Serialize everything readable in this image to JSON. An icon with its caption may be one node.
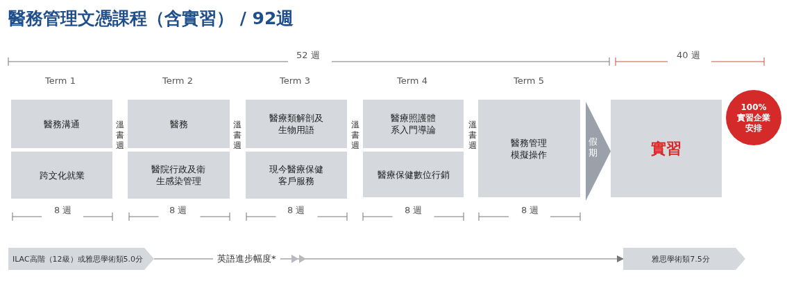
{
  "diagram": {
    "title": "醫務管理文憑課程（含實習） / 92週",
    "nodes": [
      {
        "text": [
          "醫務溝通"
        ]
      },
      {
        "text": [
          "跨文化就業"
        ]
      },
      {
        "text": [
          "醫務"
        ]
      },
      {
        "text": [
          "醫院行政及衛生感染管理"
        ]
      },
      {
        "text": [
          "醫療類解剖及生物用語"
        ]
      },
      {
        "text": [
          "現今醫療保健客戶服務"
        ]
      },
      {
        "text": [
          "醫療照護體系入門導論"
        ]
      },
      {
        "text": [
          "醫療保健數位行銷"
        ]
      },
      {
        "text": [
          "醫務管理模擬操作"
        ]
      },
      {
        "text": [
          "實習"
        ]
      },
      {
        "text": [
          "100%實習企業安排"
        ]
      },
      {
        "text": [
          "ILAC高階（12級）或雅思學術類5.0分"
        ]
      },
      {
        "text": [
          "雅思學術類7.5分"
        ]
      }
    ],
    "edges": [
      {
        "from": 8,
        "to": 9,
        "arrow": "to",
        "label": "假期",
        "style": "thick"
      },
      {
        "from": 11,
        "to": 12,
        "arrow": "to",
        "label": "英語進步幅度*"
      }
    ],
    "labels": [
      "52 週",
      "40 週",
      "Term 1",
      "Term 2",
      "Term 3",
      "Term 4",
      "Term 5",
      "溫書週",
      "溫書週",
      "溫書週",
      "溫書週",
      "8 週",
      "8 週",
      "8 週",
      "8 週",
      "8 週"
    ]
  }
}
